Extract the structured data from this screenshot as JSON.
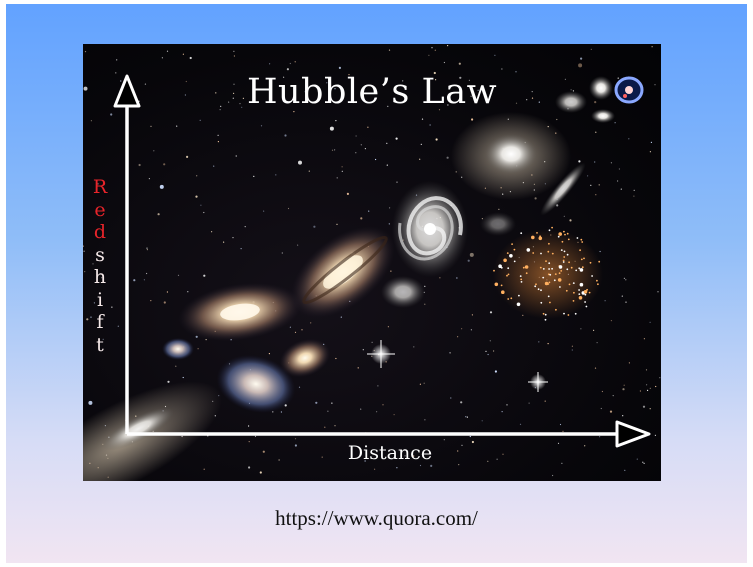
{
  "figure": {
    "title": "Hubble’s Law",
    "x_axis_label": "Distance",
    "y_axis_label_letters": [
      "R",
      "e",
      "d",
      "s",
      "h",
      "i",
      "f",
      "t"
    ],
    "y_axis_label_color": "#e8242a"
  },
  "caption": "https://www.quora.com/",
  "colors": {
    "slide_top": "#62a2ff",
    "slide_bottom": "#f1e5f2",
    "space": "#07060a"
  }
}
